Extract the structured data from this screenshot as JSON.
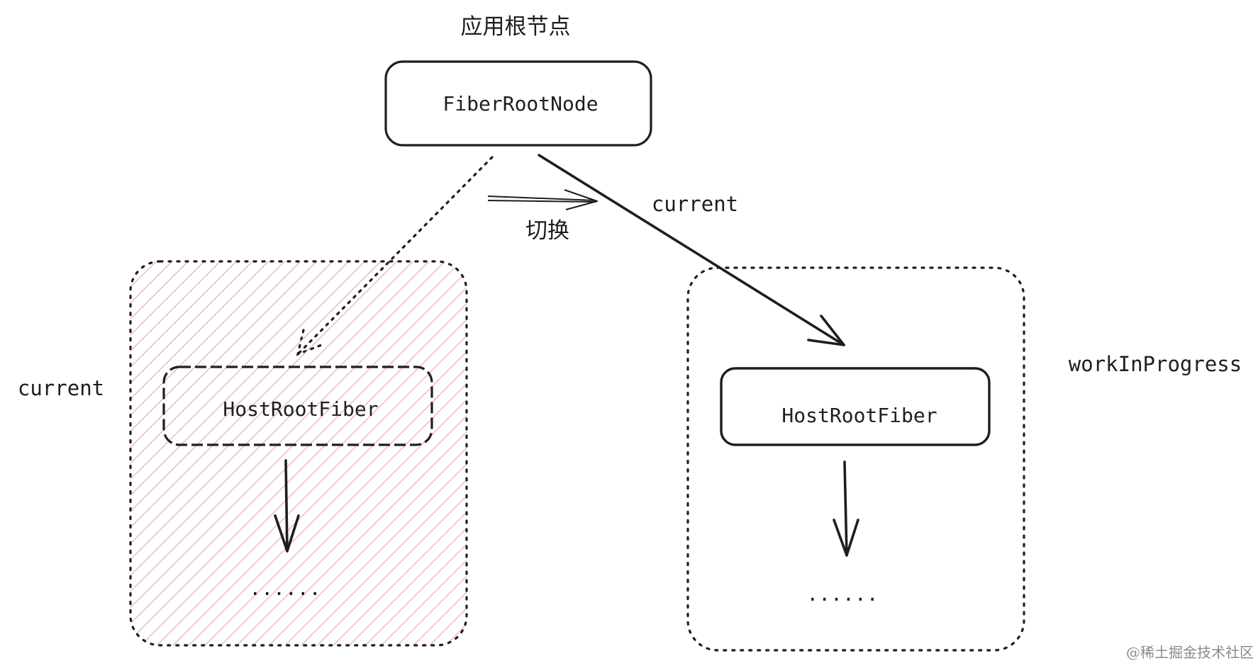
{
  "root": {
    "caption": "应用根节点",
    "node_label": "FiberRootNode"
  },
  "switch_label": "切换",
  "current_pointer_label": "current",
  "left_tree": {
    "side_label": "current",
    "node_label": "HostRootFiber",
    "ellipsis": "......",
    "hatch_color": "#f0a0a6"
  },
  "right_tree": {
    "side_label": "workInProgress",
    "node_label": "HostRootFiber",
    "ellipsis": "......"
  },
  "watermark": "@稀土掘金技术社区",
  "colors": {
    "stroke": "#1e1e1e",
    "background": "#ffffff"
  }
}
